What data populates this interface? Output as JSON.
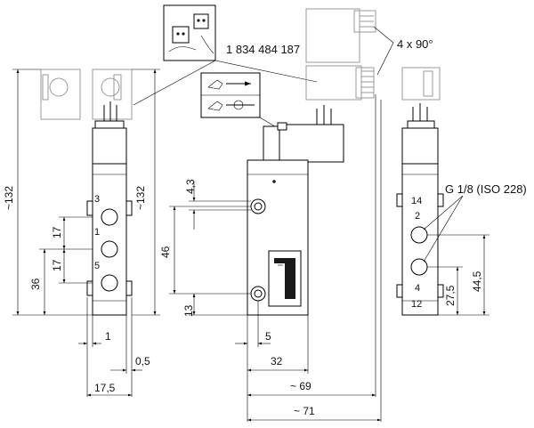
{
  "drawing": {
    "part_number": "1 834 484 187",
    "rotation_note": "4 x 90°",
    "thread_note": "G 1/8 (ISO 228)",
    "left_view": {
      "port_labels": [
        "3",
        "1",
        "5"
      ],
      "dim_height": "~132",
      "dim_pitch_1": "17",
      "dim_pitch_2": "17",
      "dim_36": "36",
      "dim_1": "1",
      "dim_0_5": "0,5",
      "dim_17_5": "17,5"
    },
    "center_view": {
      "dim_height": "~132",
      "dim_4_3": "4,3",
      "dim_46": "46",
      "dim_13": "13",
      "dim_5": "5",
      "dim_32": "32",
      "dim_69": "~ 69",
      "dim_71": "~ 71"
    },
    "right_view": {
      "port_labels": [
        "14",
        "2",
        "4",
        "12"
      ],
      "dim_27_5": "27,5",
      "dim_44_5": "44,5"
    }
  }
}
